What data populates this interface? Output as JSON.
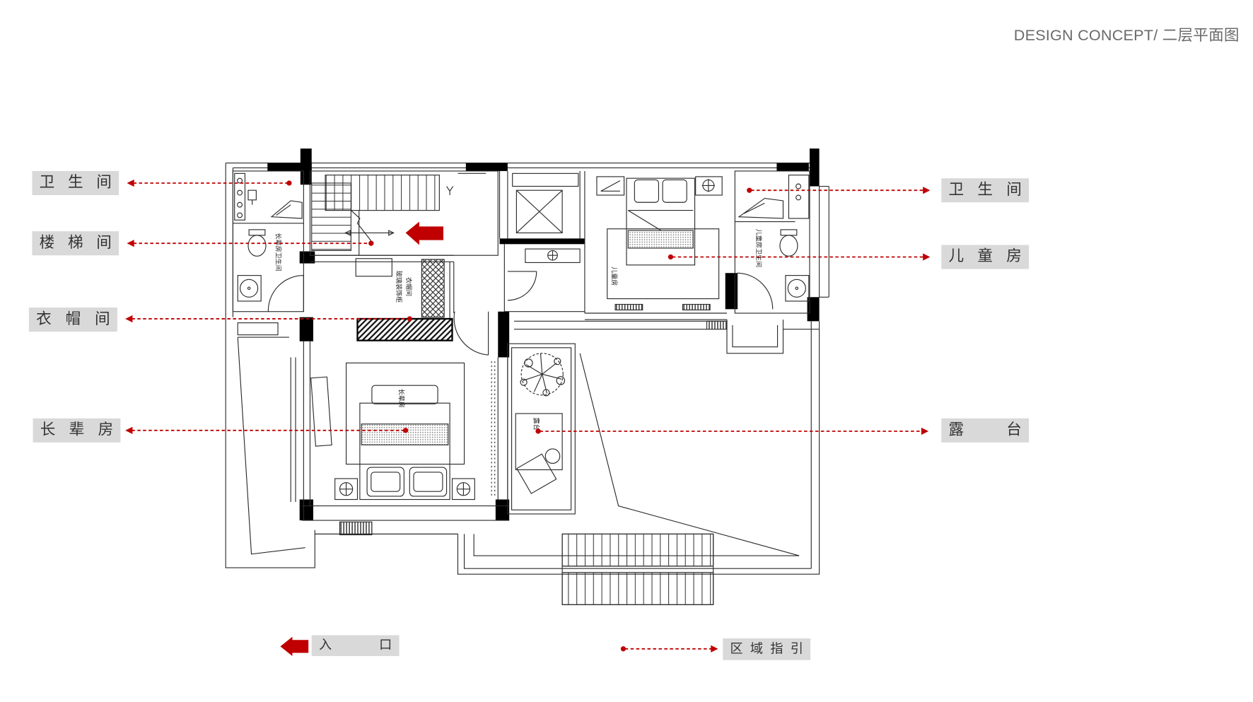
{
  "header": {
    "title": "DESIGN CONCEPT/ 二层平面图"
  },
  "labels": {
    "left": [
      {
        "text": "卫 生 间"
      },
      {
        "text": "楼 梯 间"
      },
      {
        "text": "衣 帽 间"
      },
      {
        "text": "长 辈 房"
      }
    ],
    "right": [
      {
        "text": "卫 生 间"
      },
      {
        "text": "儿 童 房"
      },
      {
        "text": "露 台"
      }
    ]
  },
  "plan_text": {
    "elder_bathroom": "长辈房卫生间",
    "closet_cabinet": "玻璃装饰柜",
    "closet": "衣帽间",
    "elder_room": "长辈房",
    "children_room": "儿童房",
    "children_bathroom": "儿童房卫生间",
    "terrace": "露台"
  },
  "legend": {
    "entrance": "入 口",
    "zone_guide": "区 域 指 引"
  },
  "icons": {
    "entrance_marker": "left-arrow-icon",
    "zone_guide_marker": "dotted-arrow-icon",
    "stair_direction": "left-arrow-icon"
  },
  "colors": {
    "accent": "#c00000",
    "label_bg": "#d9d9d9",
    "label_text": "#333333",
    "title": "#6a6a6a"
  }
}
